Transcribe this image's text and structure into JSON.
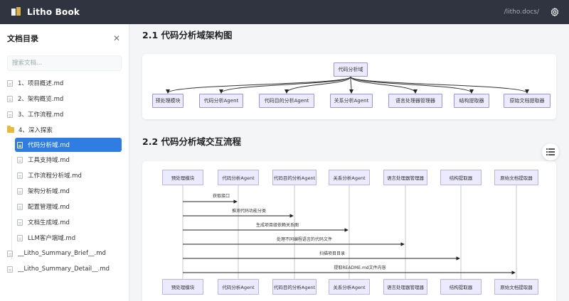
{
  "app": {
    "title": "Litho Book",
    "path": "/litho.docs/"
  },
  "sidebar": {
    "title": "文档目录",
    "search_placeholder": "搜索文档...",
    "items": [
      {
        "label": "1、项目概述.md"
      },
      {
        "label": "2、架构概览.md"
      },
      {
        "label": "3、工作流程.md"
      },
      {
        "label": "4、深入探索"
      },
      {
        "label": "代码分析域.md"
      },
      {
        "label": "工具支持域.md"
      },
      {
        "label": "工作流程分析域.md"
      },
      {
        "label": "架构分析域.md"
      },
      {
        "label": "配置管理域.md"
      },
      {
        "label": "文档生成域.md"
      },
      {
        "label": "LLM客户端域.md"
      },
      {
        "label": "__Litho_Summary_Brief__.md"
      },
      {
        "label": "__Litho_Summary_Detail__.md"
      }
    ]
  },
  "main": {
    "section1": {
      "title": "2.1 代码分析域架构图",
      "root": "代码分析域",
      "children": [
        "预处理模块",
        "代码分析Agent",
        "代码目的分析Agent",
        "关系分析Agent",
        "语言处理器管理器",
        "结构提取器",
        "原始文档提取器"
      ]
    },
    "section2": {
      "title": "2.2 代码分析域交互流程",
      "participants": [
        "预处理模块",
        "代码分析Agent",
        "代码目的分析Agent",
        "关系分析Agent",
        "语言处理器管理器",
        "结构提取器",
        "原始文档提取器"
      ],
      "messages": [
        {
          "text": "获取接口",
          "from": 0,
          "to": 1
        },
        {
          "text": "推测代码功能分类",
          "from": 0,
          "to": 2
        },
        {
          "text": "生成项目级依赖关系图",
          "from": 0,
          "to": 3
        },
        {
          "text": "处理不同编程语言的代码文件",
          "from": 0,
          "to": 4
        },
        {
          "text": "扫描项目目录",
          "from": 0,
          "to": 5
        },
        {
          "text": "提取README.md文件内容",
          "from": 0,
          "to": 6
        }
      ]
    }
  },
  "icons": {
    "logo": "book-logo-icon",
    "settings": "gear-icon",
    "close": "close-icon",
    "file": "file-icon",
    "folder": "folder-icon",
    "toc": "list-icon"
  },
  "colors": {
    "topbar": "#2f3440",
    "accent": "#2f7de1",
    "node_fill": "#eceaff",
    "node_border": "#9b97d6"
  }
}
